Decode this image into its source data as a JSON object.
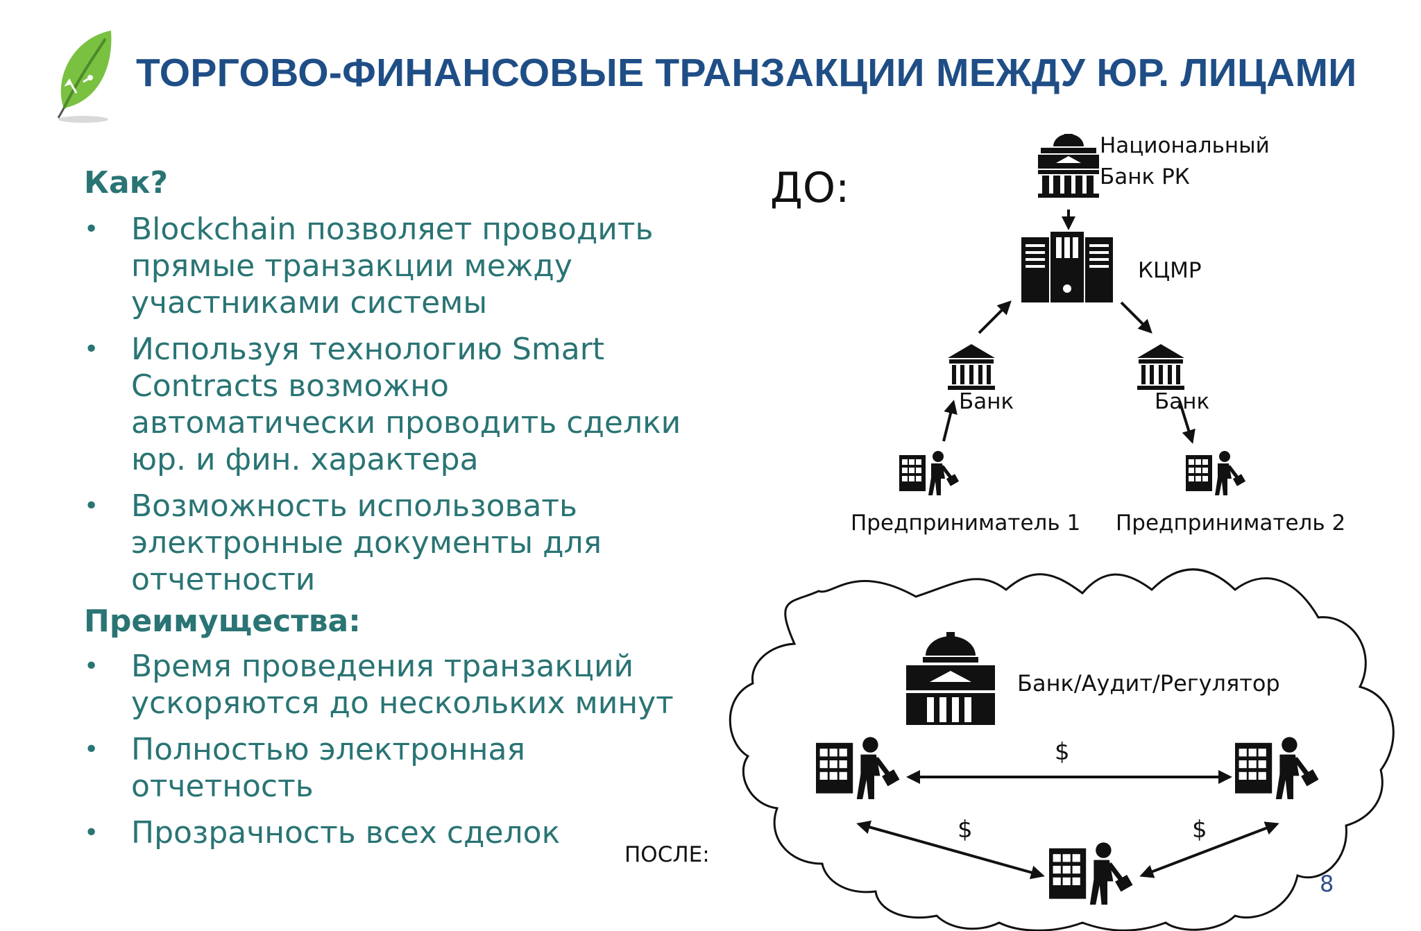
{
  "header": {
    "title": "ТОРГОВО-ФИНАНСОВЫЕ ТРАНЗАКЦИИ МЕЖДУ ЮР. ЛИЦАМИ",
    "logo_icon": "leaf-usb-logo"
  },
  "left": {
    "how_heading": "Как?",
    "how_items": [
      [
        "Blockchain позволяет проводить",
        "прямые транзакции между",
        "участниками системы"
      ],
      [
        "Используя технологию Smart",
        "Contracts возможно",
        "автоматически проводить сделки",
        "юр. и фин. характера"
      ],
      [
        "Возможность использовать",
        "электронные документы для",
        "отчетности"
      ]
    ],
    "benefits_heading": "Преимущества:",
    "benefits_items": [
      [
        "Время проведения транзакций",
        "ускоряются до нескольких минут"
      ],
      [
        "Полностью электронная",
        "отчетность"
      ],
      [
        "Прозрачность всех сделок"
      ]
    ],
    "bullet": "•"
  },
  "before": {
    "label": "ДО:",
    "national_bank": [
      "Национальный",
      "Банк РК"
    ],
    "clearing_center": "КЦМР",
    "bank_left": "Банк",
    "bank_right": "Банк",
    "entrepreneur_1": "Предприниматель 1",
    "entrepreneur_2": "Предприниматель 2",
    "icons": [
      "national-bank-icon",
      "data-center-icon",
      "bank-icon",
      "businessman-building-icon"
    ]
  },
  "after": {
    "label": "ПОСЛЕ:",
    "regulator": "Банк/Аудит/Регулятор",
    "currency_symbol": "$",
    "icons": [
      "cloud-network",
      "regulator-building-icon",
      "businessman-building-icon"
    ]
  },
  "footer": {
    "page_number": "8"
  },
  "colors": {
    "title": "#1f4e86",
    "body_text": "#2a7474",
    "diagram_ink": "#111111",
    "page_number": "#2f4f8a"
  }
}
